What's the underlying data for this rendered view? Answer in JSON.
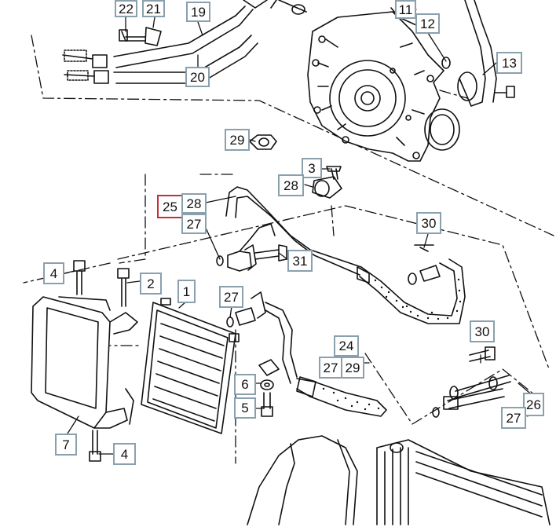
{
  "diagram": {
    "callouts": {
      "c1": "1",
      "c2": "2",
      "c3": "3",
      "c4a": "4",
      "c4b": "4",
      "c5": "5",
      "c6": "6",
      "c7": "7",
      "c11": "11",
      "c12": "12",
      "c13": "13",
      "c19": "19",
      "c20": "20",
      "c21": "21",
      "c22": "22",
      "c24": "24",
      "c25": "25",
      "c26": "26",
      "c27a": "27",
      "c27b": "27",
      "c27c": "27",
      "c27d": "27",
      "c28a": "28",
      "c28b": "28",
      "c29a": "29",
      "c29b": "29",
      "c30a": "30",
      "c30b": "30",
      "c31": "31"
    },
    "highlight_color": "#c0303a",
    "label_border_color": "#8aa0ad"
  }
}
